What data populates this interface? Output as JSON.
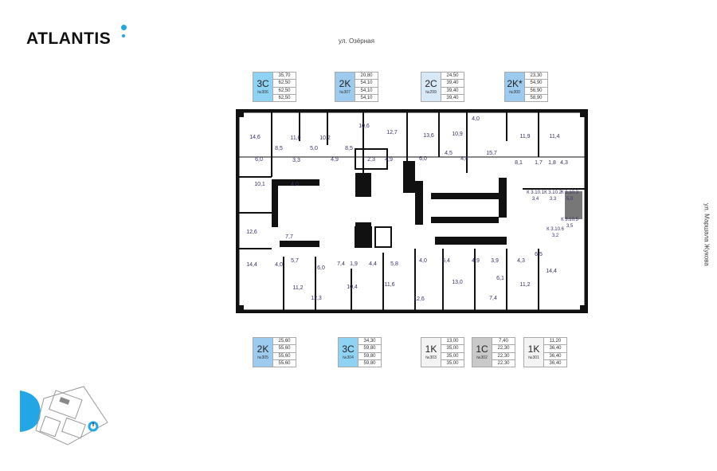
{
  "brand": {
    "logo": "ATLANTIS"
  },
  "streets": {
    "top": "ул. Озёрная",
    "right": "ул. Маршала Жукова"
  },
  "colors": {
    "accent": "#22a6e6",
    "3C": "#8fd3f4",
    "2K": "#9dcbef",
    "2C": "#d7e8f7",
    "1K": "#f3f3f3",
    "1C": "#c9c9c9"
  },
  "apartments_top": [
    {
      "type": "3C",
      "number": "№306",
      "areas": [
        "35,70",
        "62,50",
        "62,50",
        "62,50"
      ]
    },
    {
      "type": "2K",
      "number": "№307",
      "areas": [
        "20,80",
        "54,10",
        "54,10",
        "54,10"
      ]
    },
    {
      "type": "2C",
      "number": "№299",
      "areas": [
        "24,50",
        "39,40",
        "39,40",
        "39,40"
      ]
    },
    {
      "type": "2K*",
      "number": "№300",
      "areas": [
        "23,30",
        "54,90",
        "56,90",
        "58,90"
      ]
    }
  ],
  "apartments_bottom": [
    {
      "type": "2K",
      "number": "№305",
      "areas": [
        "25,60",
        "55,60",
        "55,60",
        "55,60"
      ]
    },
    {
      "type": "3C",
      "number": "№304",
      "areas": [
        "34,30",
        "59,80",
        "59,80",
        "59,80"
      ]
    },
    {
      "type": "1K",
      "number": "№303",
      "areas": [
        "13,00",
        "35,00",
        "35,00",
        "35,00"
      ]
    },
    {
      "type": "1C",
      "number": "№302",
      "areas": [
        "7,40",
        "22,30",
        "22,30",
        "22,30"
      ]
    },
    {
      "type": "1K",
      "number": "№301",
      "areas": [
        "11,20",
        "36,40",
        "36,40",
        "36,40"
      ]
    }
  ],
  "plan": {
    "rooms": [
      "14,6",
      "11,0",
      "10,2",
      "10,6",
      "12,7",
      "13,6",
      "10,9",
      "4,0",
      "15,7",
      "11,9",
      "11,4",
      "8,5",
      "5,0",
      "8,5",
      "6,0",
      "3,3",
      "4,9",
      "2,3",
      "4,9",
      "6,0",
      "4,5",
      "4,4",
      "8,1",
      "1,7",
      "1,8",
      "4,3",
      "10,1",
      "4,0",
      "12,6",
      "7,7",
      "14,4",
      "4,0",
      "5,7",
      "6,0",
      "7,4",
      "1,9",
      "4,4",
      "5,8",
      "11,2",
      "12,3",
      "10,4",
      "11,6",
      "4,0",
      "5,4",
      "4,9",
      "3,9",
      "4,3",
      "6,5",
      "14,4",
      "13,0",
      "6,1",
      "11,2",
      "12,6",
      "7,4"
    ],
    "storage": [
      {
        "label": "К 3.10.1",
        "area": "3,4"
      },
      {
        "label": "К 3.10.2",
        "area": "3,3"
      },
      {
        "label": "К 3.10.3",
        "area": "5,0"
      },
      {
        "label": "К 3.10.5",
        "area": "3,5"
      },
      {
        "label": "К 3.10.6",
        "area": "3,2"
      }
    ]
  }
}
